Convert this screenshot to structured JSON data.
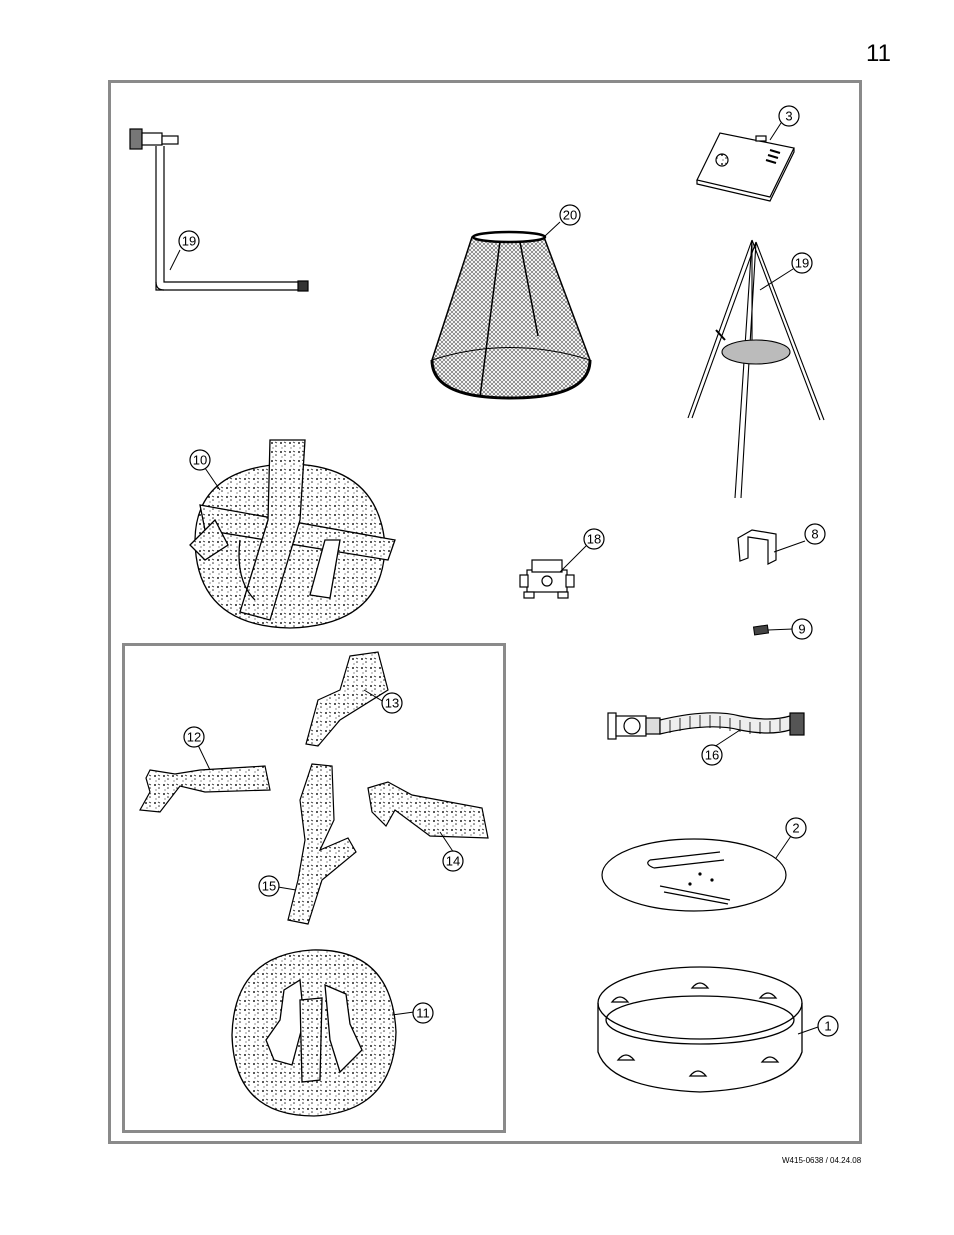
{
  "page_number": "11",
  "document_code": "W415-0638 / 04.24.08",
  "callouts": {
    "c19a": "19",
    "c20": "20",
    "c3": "3",
    "c19b": "19",
    "c10": "10",
    "c18": "18",
    "c8": "8",
    "c9": "9",
    "c13": "13",
    "c12": "12",
    "c14": "14",
    "c15": "15",
    "c16": "16",
    "c2": "2",
    "c11": "11",
    "c1": "1"
  }
}
